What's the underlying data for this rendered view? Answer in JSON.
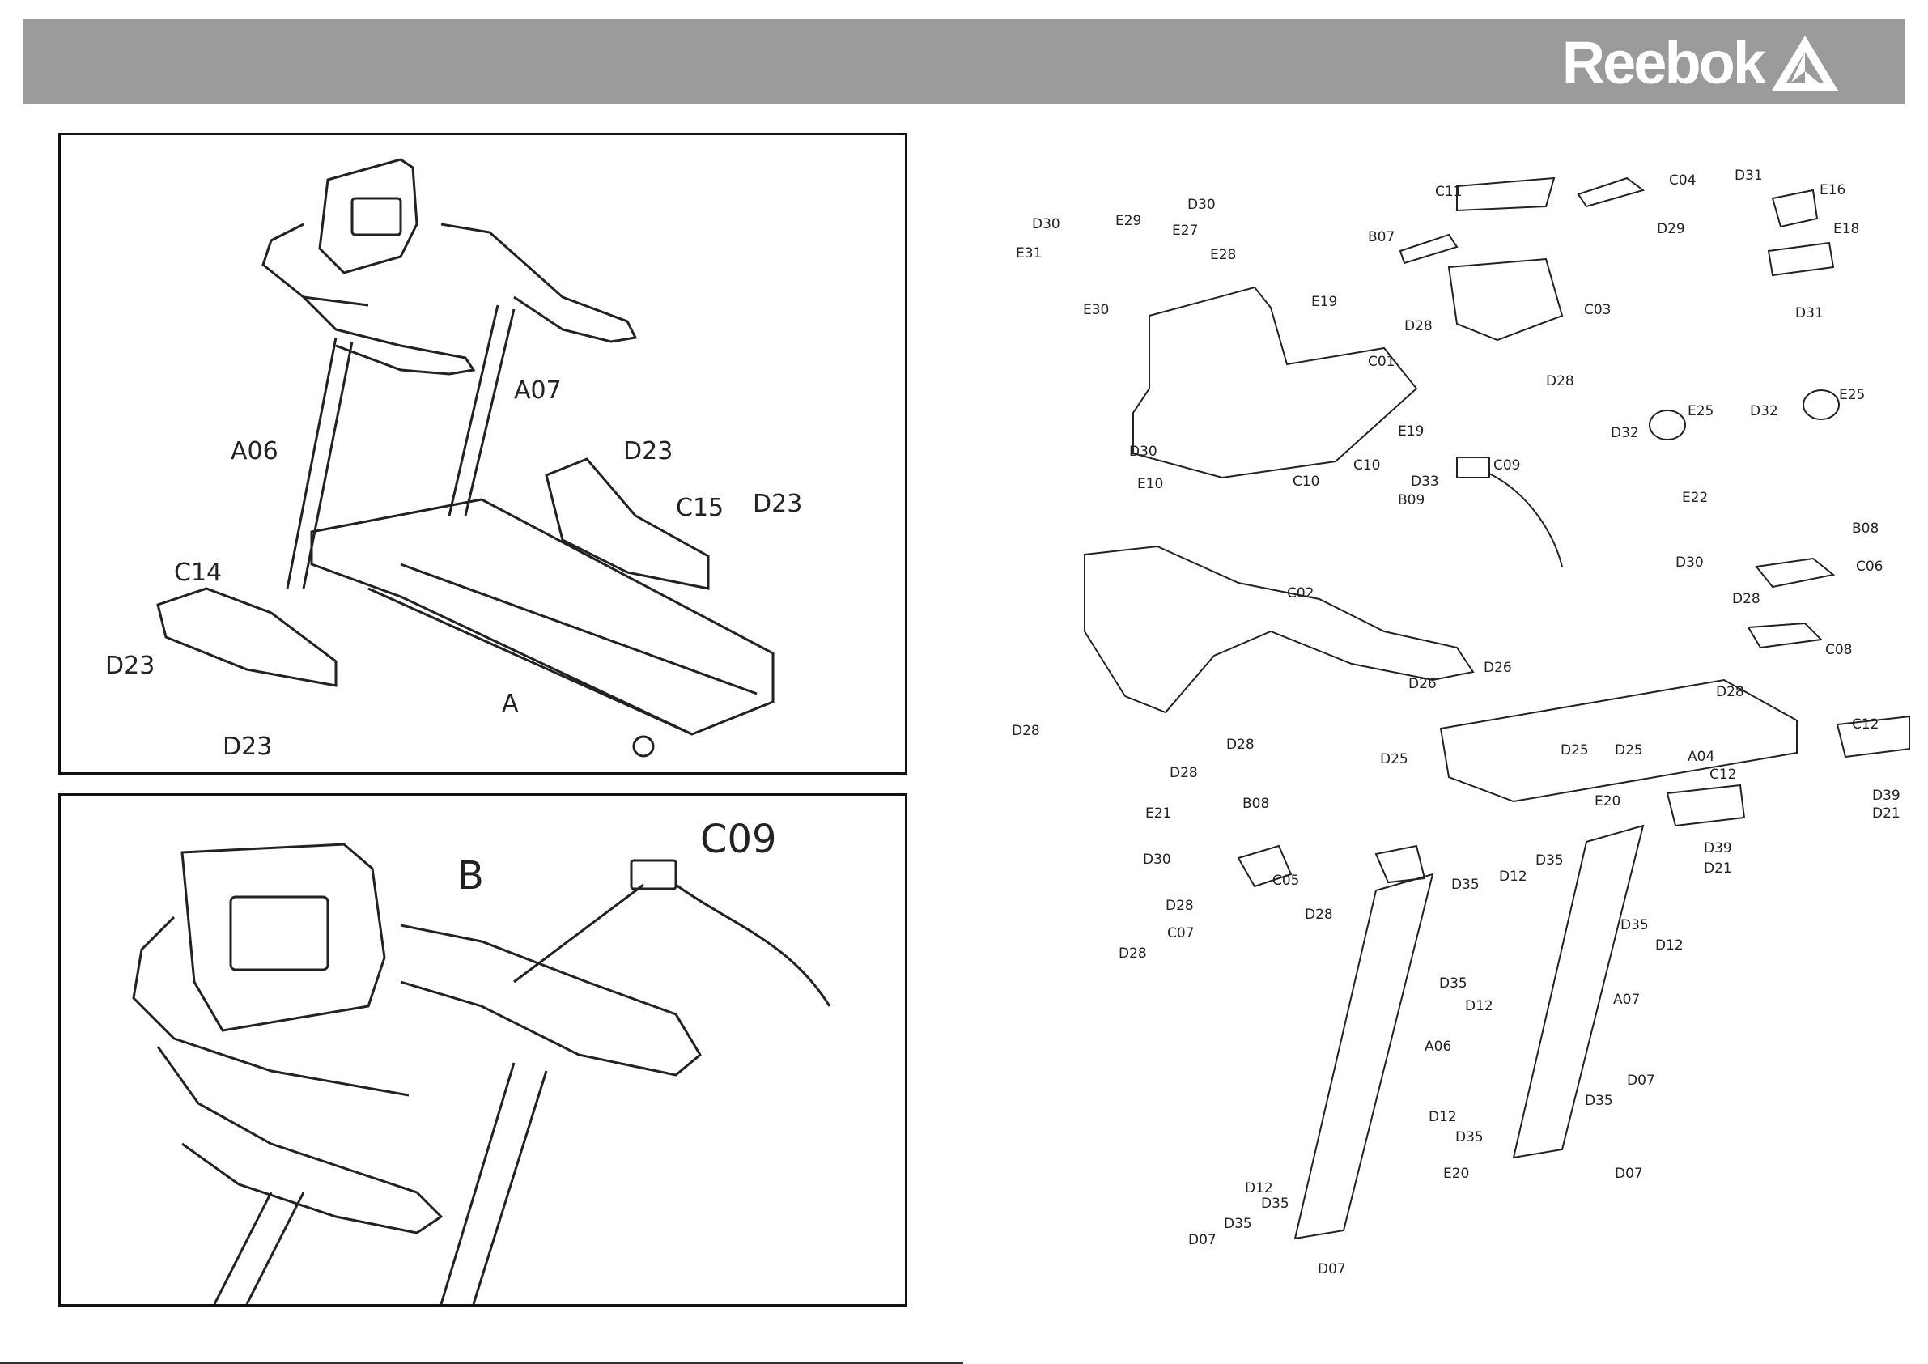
{
  "brand": {
    "name": "Reebok",
    "logo_icon": "reebok-delta-icon",
    "header_color": "#9b9b9b"
  },
  "assembled_view": {
    "labels": [
      "A07",
      "A06",
      "D23",
      "C15",
      "D23",
      "C14",
      "D23",
      "A",
      "D23"
    ]
  },
  "console_view": {
    "labels": [
      "C09",
      "B"
    ]
  },
  "exploded_view": {
    "console_labels": [
      "D30",
      "E29",
      "D30",
      "E27",
      "E28",
      "E31",
      "E30",
      "E19",
      "C01",
      "B07",
      "C11",
      "C04",
      "D29",
      "C03",
      "D28",
      "D28",
      "D31",
      "E16",
      "E18",
      "D31",
      "E19",
      "C10",
      "C10",
      "D30",
      "E10",
      "D33",
      "C09",
      "B09"
    ],
    "speaker_labels": [
      "E25",
      "D32",
      "D32",
      "E25"
    ],
    "base_labels": [
      "C02",
      "D28",
      "D28",
      "D28"
    ],
    "handle_labels": [
      "E22",
      "B08",
      "D30",
      "C06",
      "D28",
      "C08",
      "D28",
      "E21",
      "B08",
      "D30",
      "C05",
      "D28",
      "D28",
      "C07",
      "D28"
    ],
    "frame_labels": [
      "D26",
      "D26",
      "D25",
      "D25",
      "D25",
      "A04",
      "C12",
      "D39",
      "D21",
      "C12",
      "D39",
      "D21",
      "E20",
      "D35",
      "D12",
      "D35",
      "D35",
      "D12",
      "D35",
      "D12",
      "A07",
      "A06",
      "D07",
      "D35",
      "D12",
      "D35",
      "E20",
      "D07",
      "D12",
      "D35",
      "D35",
      "D07",
      "D07"
    ],
    "footer_stamp": "~.~.~.~"
  }
}
